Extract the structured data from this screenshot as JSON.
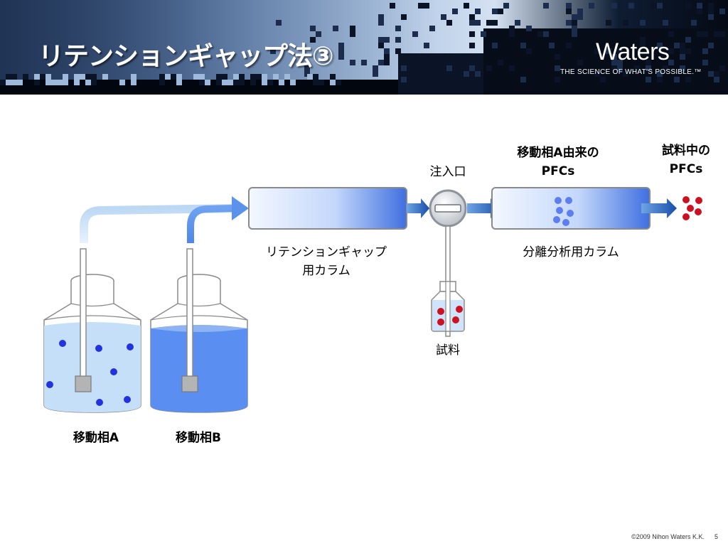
{
  "slide": {
    "title": "リテンションギャップ法③",
    "page_number": "5",
    "copyright": "©2009 Nihon Waters K.K."
  },
  "brand": {
    "name": "Waters",
    "tagline": "THE SCIENCE OF WHAT'S POSSIBLE.™"
  },
  "diagram": {
    "mobile_phase_a": "移動相A",
    "mobile_phase_b": "移動相B",
    "retention_gap_column_line1": "リテンションギャップ",
    "retention_gap_column_line2": "用カラム",
    "injection_port": "注入口",
    "sample": "試料",
    "separation_column": "分離分析用カラム",
    "pfcs_from_a_line1": "移動相A由来の",
    "pfcs_from_a_line2": "PFCs",
    "pfcs_in_sample_line1": "試料中の",
    "pfcs_in_sample_line2": "PFCs"
  },
  "colors": {
    "header_dark": "#050a14",
    "arrow_blue": "#1f5fbf",
    "liquid_light": "#bcd8f6",
    "liquid_dark": "#5a8ef0",
    "dot_blue": "#2233dd",
    "dot_red": "#cc1122",
    "dot_light_blue": "#5d7ef0"
  }
}
